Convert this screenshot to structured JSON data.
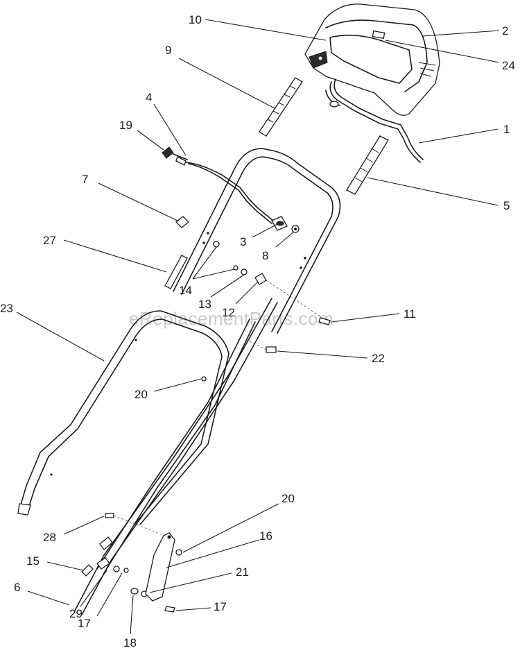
{
  "watermark": "eReplacementParts.com",
  "callouts": {
    "c1": "1",
    "c2": "2",
    "c3": "3",
    "c4": "4",
    "c5": "5",
    "c6": "6",
    "c7": "7",
    "c8": "8",
    "c9": "9",
    "c10": "10",
    "c11": "11",
    "c12": "12",
    "c13": "13",
    "c14": "14",
    "c15": "15",
    "c16": "16",
    "c17a": "17",
    "c17b": "17",
    "c18": "18",
    "c19": "19",
    "c20a": "20",
    "c20b": "20",
    "c21": "21",
    "c22": "22",
    "c23": "23",
    "c24": "24",
    "c27": "27",
    "c28": "28",
    "c29": "29"
  }
}
